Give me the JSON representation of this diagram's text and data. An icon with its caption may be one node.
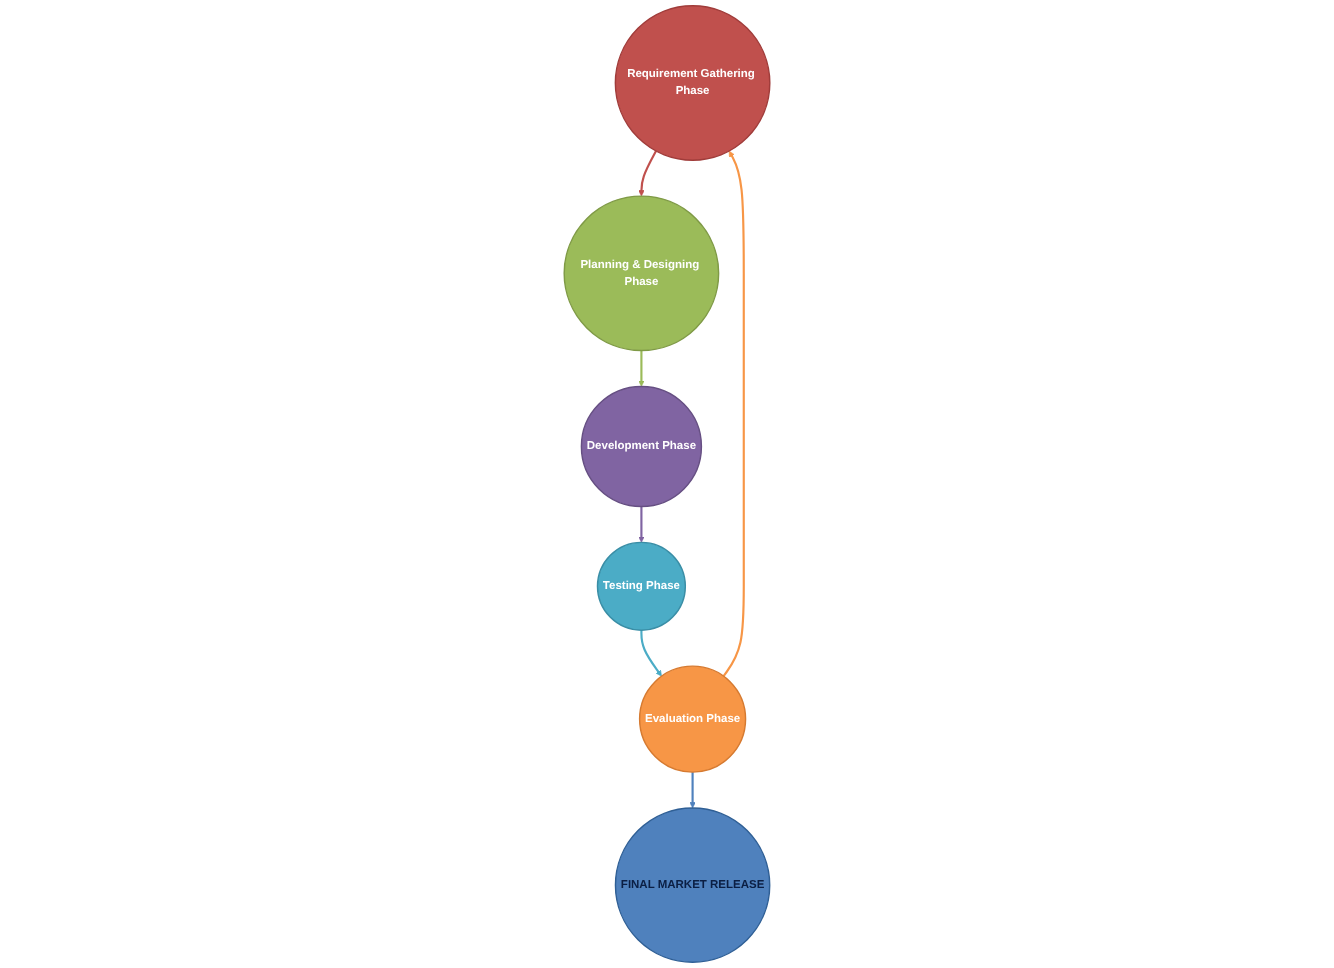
{
  "diagram": {
    "nodes": [
      {
        "text": [
          "Requirement Gathering Phase"
        ]
      },
      {
        "text": [
          "Planning & Designing Phase"
        ]
      },
      {
        "text": [
          "Development Phase"
        ]
      },
      {
        "text": [
          "Testing Phase"
        ]
      },
      {
        "text": [
          "Evaluation Phase"
        ]
      },
      {
        "text": [
          "FINAL MARKET RELEASE"
        ]
      }
    ],
    "edges": [
      {
        "from": 0,
        "to": 1,
        "arrow": "to",
        "color": "#c0504d"
      },
      {
        "from": 1,
        "to": 2,
        "arrow": "to",
        "color": "#9bbb59"
      },
      {
        "from": 2,
        "to": 3,
        "arrow": "to",
        "color": "#8064a2"
      },
      {
        "from": 3,
        "to": 4,
        "arrow": "to",
        "color": "#4bacc6"
      },
      {
        "from": 4,
        "to": 0,
        "arrow": "to",
        "color": "#f79646"
      },
      {
        "from": 4,
        "to": 5,
        "arrow": "to",
        "color": "#4f81bd"
      }
    ]
  }
}
